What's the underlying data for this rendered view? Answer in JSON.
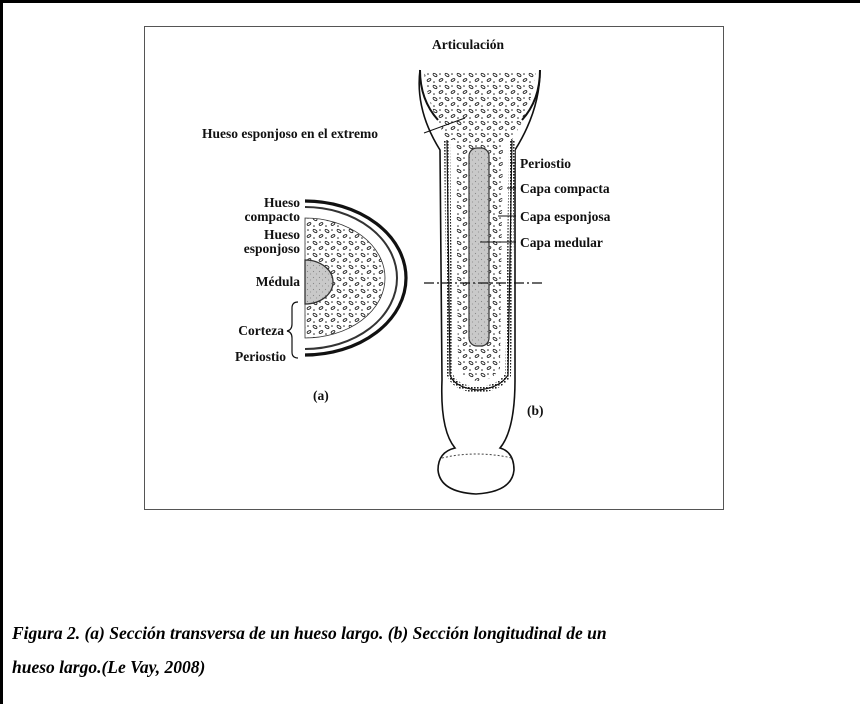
{
  "labels": {
    "articulacion": "Articulación",
    "hueso_esponjoso_extremo": "Hueso esponjoso en el extremo",
    "periostio_b": "Periostio",
    "capa_compacta": "Capa compacta",
    "capa_esponjosa": "Capa esponjosa",
    "capa_medular": "Capa medular",
    "hueso_compacto_1": "Hueso",
    "hueso_compacto_2": "compacto",
    "hueso_esponjoso_1": "Hueso",
    "hueso_esponjoso_2": "esponjoso",
    "medula": "Médula",
    "corteza": "Corteza",
    "periostio_a": "Periostio",
    "panel_a": "(a)",
    "panel_b": "(b)"
  },
  "caption": {
    "line1": "Figura 2. (a) Sección transversa de un hueso largo. (b) Sección longitudinal de un",
    "line2": "hueso largo.(Le Vay, 2008)"
  },
  "colors": {
    "ink": "#111111",
    "marrow": "#c8c8c8",
    "background": "#ffffff"
  }
}
